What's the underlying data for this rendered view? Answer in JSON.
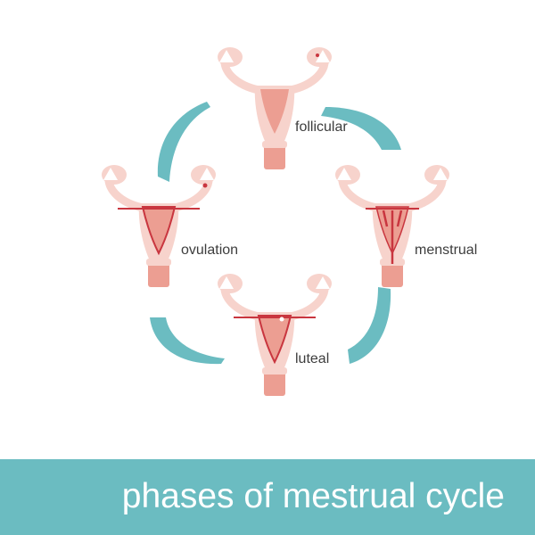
{
  "title": "phases of mestrual cycle",
  "phases": [
    {
      "id": "follicular",
      "label": "follicular"
    },
    {
      "id": "ovulation",
      "label": "ovulation"
    },
    {
      "id": "menstrual",
      "label": "menstrual"
    },
    {
      "id": "luteal",
      "label": "luteal"
    }
  ],
  "colors": {
    "banner": "#6bbcc1",
    "arrow": "#6bbcc1",
    "tissue_light": "#f7d3cc",
    "tissue_mid": "#ec9e92",
    "tissue_dark": "#c9363f",
    "label_text": "#3d3d3d"
  }
}
